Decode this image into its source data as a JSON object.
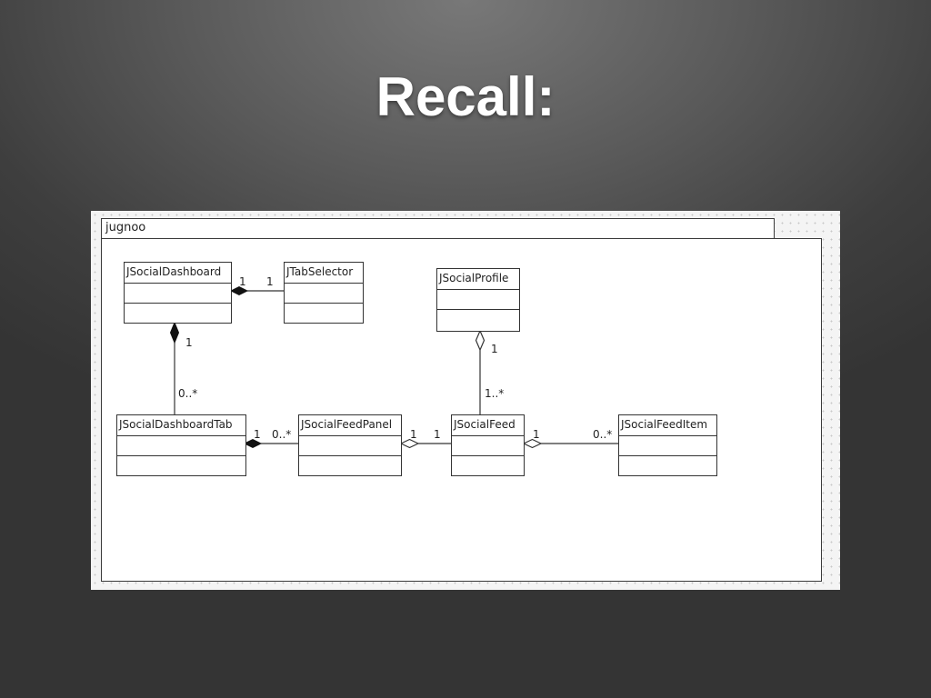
{
  "slide": {
    "title": "Recall:"
  },
  "diagram": {
    "package": "jugnoo",
    "classes": [
      {
        "id": "dashboard",
        "name": "JSocialDashboard"
      },
      {
        "id": "tabselector",
        "name": "JTabSelector"
      },
      {
        "id": "profile",
        "name": "JSocialProfile"
      },
      {
        "id": "dashtab",
        "name": "JSocialDashboardTab"
      },
      {
        "id": "feedpanel",
        "name": "JSocialFeedPanel"
      },
      {
        "id": "feed",
        "name": "JSocialFeed"
      },
      {
        "id": "feeditem",
        "name": "JSocialFeedItem"
      }
    ],
    "associations": [
      {
        "from": "dashboard",
        "to": "tabselector",
        "kind": "composition",
        "from_mult": "1",
        "to_mult": "1"
      },
      {
        "from": "dashboard",
        "to": "dashtab",
        "kind": "composition",
        "from_mult": "1",
        "to_mult": "0..*"
      },
      {
        "from": "dashtab",
        "to": "feedpanel",
        "kind": "composition",
        "from_mult": "1",
        "to_mult": "0..*"
      },
      {
        "from": "feedpanel",
        "to": "feed",
        "kind": "aggregation",
        "from_mult": "1",
        "to_mult": "1"
      },
      {
        "from": "profile",
        "to": "feed",
        "kind": "aggregation",
        "from_mult": "1",
        "to_mult": "1..*"
      },
      {
        "from": "feed",
        "to": "feeditem",
        "kind": "aggregation",
        "from_mult": "1",
        "to_mult": "0..*"
      }
    ]
  }
}
